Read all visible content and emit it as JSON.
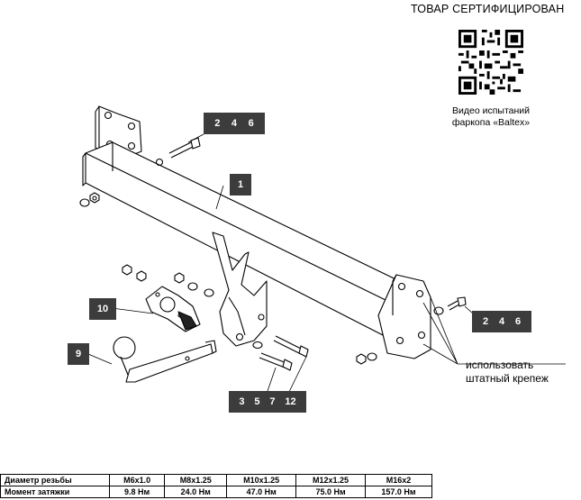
{
  "header": {
    "certified": "ТОВАР СЕРТИФИЦИРОВАН"
  },
  "qr": {
    "icon": "qr-code-icon"
  },
  "video_caption": {
    "line1": "Видео испытаний",
    "line2": "фаркопа «Baltex»"
  },
  "tags": {
    "bolts_top": [
      "2",
      "4",
      "6"
    ],
    "crossbar": [
      "1"
    ],
    "socket": [
      "10"
    ],
    "ball": [
      "9"
    ],
    "bolts_bottom": [
      "3",
      "5",
      "7",
      "12"
    ],
    "bolts_right": [
      "2",
      "4",
      "6"
    ]
  },
  "note": {
    "line1": "использовать",
    "line2": "штатный крепеж"
  },
  "torque_table": {
    "rows": [
      {
        "label": "Диаметр резьбы",
        "values": [
          "M6x1.0",
          "M8x1.25",
          "M10x1.25",
          "M12x1.25",
          "M16x2"
        ]
      },
      {
        "label": "Момент затяжки",
        "values": [
          "9.8 Нм",
          "24.0 Нм",
          "47.0 Нм",
          "75.0 Нм",
          "157.0 Нм"
        ]
      }
    ]
  }
}
